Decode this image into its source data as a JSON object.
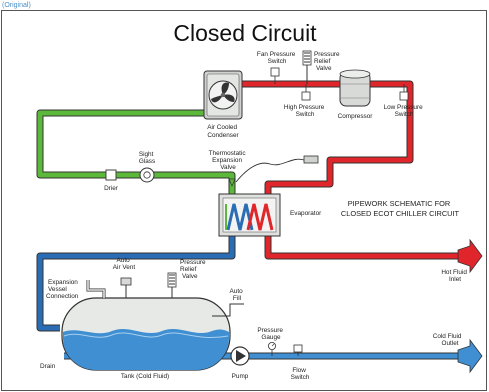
{
  "header_snippet": "(Original)",
  "title": "Closed Circuit",
  "schematic_caption": [
    "PIPEWORK SCHEMATIC FOR",
    "CLOSED ECOT CHILLER CIRCUIT"
  ],
  "labels": {
    "fan_pressure_switch": [
      "Fan Pressure",
      "Switch"
    ],
    "pressure_relief_valve_top": [
      "Pressure",
      "Relief",
      "Valve"
    ],
    "high_pressure_switch": [
      "High Pressure",
      "Switch"
    ],
    "compressor": [
      "Compressor"
    ],
    "low_pressure_switch": [
      "Low Pressure",
      "Switch"
    ],
    "condenser": [
      "Air Cooled",
      "Condenser"
    ],
    "sight_glass": [
      "Sight",
      "Glass"
    ],
    "drier": [
      "Drier"
    ],
    "txv": [
      "Thermostatic",
      "Expansion",
      "Valve"
    ],
    "evaporator": [
      "Evaporator"
    ],
    "hot_fluid_inlet": [
      "Hot Fluid",
      "Inlet"
    ],
    "auto_air_vent": [
      "Auto",
      "Air Vent"
    ],
    "pressure_relief_valve_tank": [
      "Pressure",
      "Relief",
      "Valve"
    ],
    "expansion_vessel": [
      "Expansion",
      "Vessel",
      "Connection"
    ],
    "auto_fill": [
      "Auto",
      "Fill"
    ],
    "pressure_gauge": [
      "Pressure",
      "Gauge"
    ],
    "cold_fluid_outlet": [
      "Cold Fluid",
      "Outlet"
    ],
    "drain": [
      "Drain"
    ],
    "tank": [
      "Tank (Cold Fluid)"
    ],
    "pump": [
      "Pump"
    ],
    "flow_switch": [
      "Flow",
      "Switch"
    ]
  },
  "colors": {
    "hot_line": "#e0262a",
    "liquid_line": "#5cb83a",
    "water_line": "#2a6db5",
    "outline": "#333333",
    "tank_body": "#e6e9e6",
    "tank_water": "#3f8fd2"
  },
  "icons": [
    "condenser-fan-icon",
    "compressor-icon",
    "pump-icon",
    "sight-glass-icon",
    "gauge-icon",
    "relief-valve-icon"
  ]
}
